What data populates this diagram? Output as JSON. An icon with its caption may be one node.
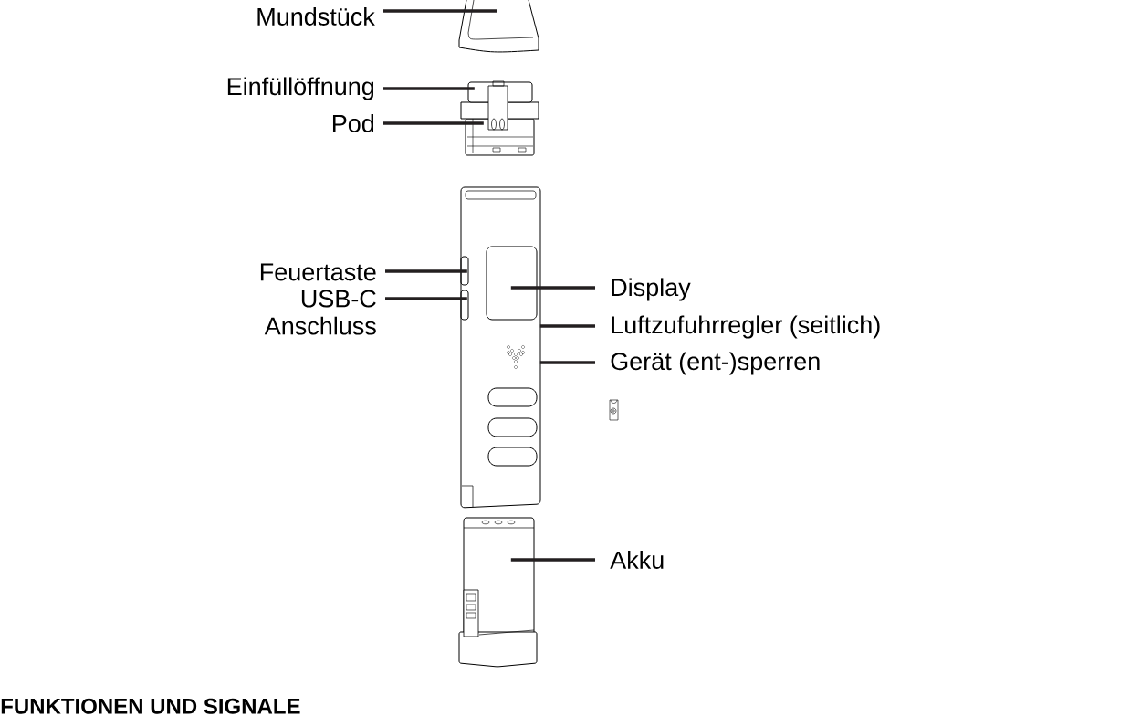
{
  "diagram": {
    "nodes": [
      {
        "text": [
          "Mundstück"
        ]
      },
      {
        "text": [],
        "shape": "picture"
      },
      {
        "text": [
          "Einfüllöffnung"
        ]
      },
      {
        "text": [
          "Pod"
        ]
      },
      {
        "text": [],
        "shape": "picture"
      },
      {
        "text": [
          "Feuertaste"
        ]
      },
      {
        "text": [
          "USB-C Anschluss"
        ]
      },
      {
        "text": [],
        "shape": "picture"
      },
      {
        "text": [
          "Display"
        ]
      },
      {
        "text": [
          "Luftzufuhrregler (seitlich)"
        ]
      },
      {
        "text": [
          "Gerät (ent-)sperren"
        ]
      },
      {
        "text": [],
        "shape": "picture"
      },
      {
        "text": [
          "Akku"
        ]
      }
    ],
    "edges": [
      {
        "from": 0,
        "to": 1,
        "arrow": "none"
      },
      {
        "from": 2,
        "to": 4,
        "arrow": "none"
      },
      {
        "from": 3,
        "to": 4,
        "arrow": "none"
      },
      {
        "from": 5,
        "to": 7,
        "arrow": "none"
      },
      {
        "from": 6,
        "to": 7,
        "arrow": "none"
      },
      {
        "from": 8,
        "to": 7,
        "arrow": "none"
      },
      {
        "from": 9,
        "to": 7,
        "arrow": "none"
      },
      {
        "from": 10,
        "to": 7,
        "arrow": "none"
      },
      {
        "from": 12,
        "to": 11,
        "arrow": "none"
      }
    ],
    "labels": [
      "FUNKTIONEN UND SIGNALE"
    ]
  }
}
